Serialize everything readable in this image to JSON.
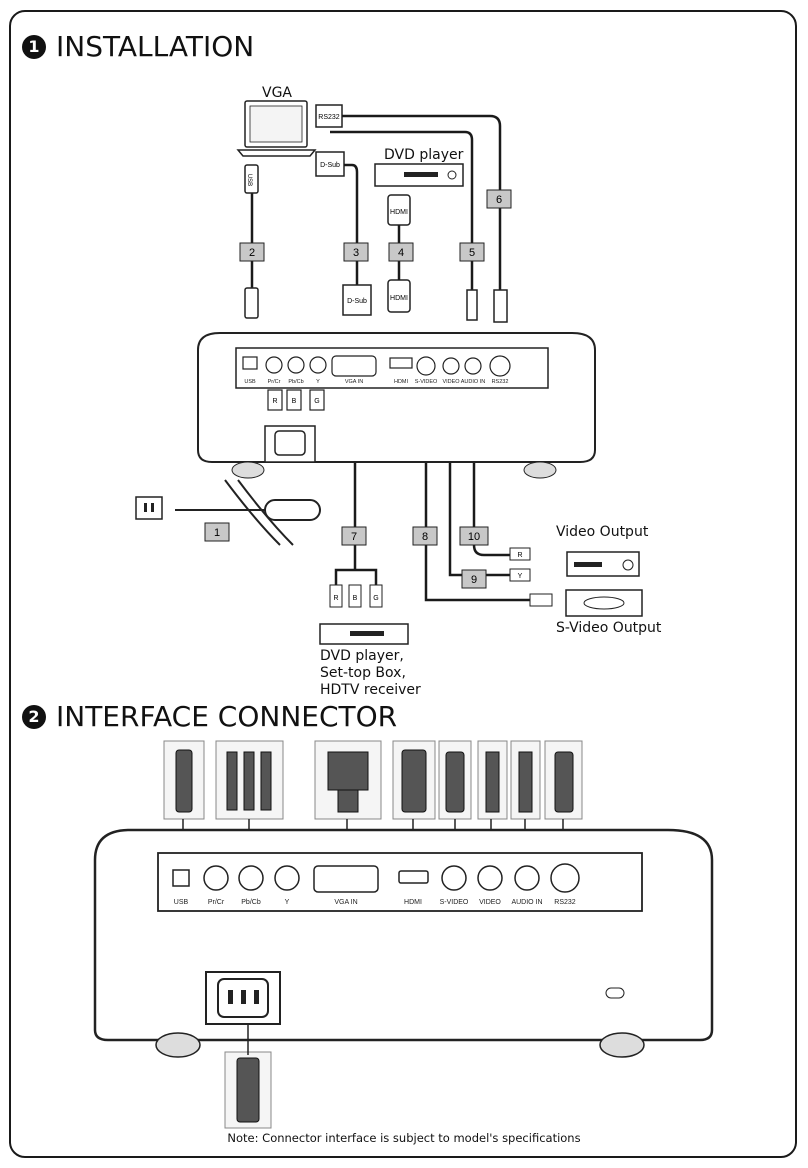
{
  "sections": [
    {
      "number": "1",
      "title": "INSTALLATION"
    },
    {
      "number": "2",
      "title": "INTERFACE CONNECTOR"
    }
  ],
  "devices": {
    "laptop": "VGA",
    "dvd_top": "DVD player",
    "video_output": "Video Output",
    "svideo_output": "S-Video Output",
    "dvd_bottom": [
      "DVD player,",
      "Set-top Box,",
      "HDTV receiver"
    ]
  },
  "cable_numbers": [
    "1",
    "2",
    "3",
    "4",
    "5",
    "6",
    "7",
    "8",
    "9",
    "10"
  ],
  "connector_labels": {
    "rs232": "RS232",
    "dsub": "D-Sub",
    "usb": "USB",
    "hdmi": "HDMI",
    "rca_r": "R",
    "rca_b": "B",
    "rca_g": "G",
    "rca_y": "Y"
  },
  "ports": [
    "USB",
    "Pr/Cr",
    "Pb/Cb",
    "Y",
    "VGA IN",
    "HDMI",
    "S-VIDEO",
    "VIDEO",
    "AUDIO IN",
    "RS232"
  ],
  "note": "Note: Connector interface is subject to model's specifications"
}
